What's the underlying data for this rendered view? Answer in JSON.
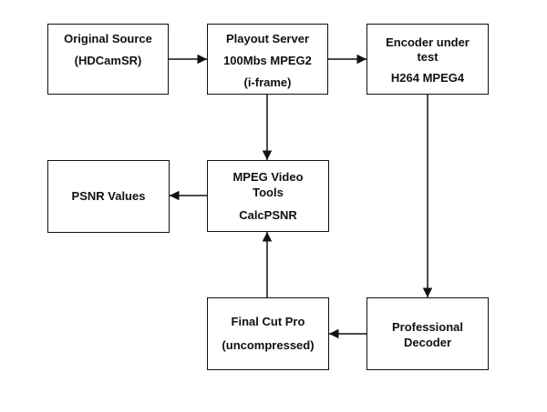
{
  "nodes": {
    "original_source": {
      "line1": "Original Source",
      "line2": "(HDCamSR)"
    },
    "playout_server": {
      "line1": "Playout Server",
      "line2": "100Mbs MPEG2",
      "line3": "(i-frame)"
    },
    "encoder_under_test": {
      "line1": "Encoder under",
      "line2": "test",
      "line3": "H264 MPEG4"
    },
    "psnr_values": {
      "line1": "PSNR Values"
    },
    "mpeg_video_tools": {
      "line1": "MPEG Video",
      "line2": "Tools",
      "line3": "CalcPSNR"
    },
    "final_cut_pro": {
      "line1": "Final Cut Pro",
      "line2": "(uncompressed)"
    },
    "professional_decoder": {
      "line1": "Professional",
      "line2": "Decoder"
    }
  },
  "edges": [
    {
      "from": "original_source",
      "to": "playout_server"
    },
    {
      "from": "playout_server",
      "to": "encoder_under_test"
    },
    {
      "from": "playout_server",
      "to": "mpeg_video_tools"
    },
    {
      "from": "encoder_under_test",
      "to": "professional_decoder"
    },
    {
      "from": "professional_decoder",
      "to": "final_cut_pro"
    },
    {
      "from": "final_cut_pro",
      "to": "mpeg_video_tools"
    },
    {
      "from": "mpeg_video_tools",
      "to": "psnr_values"
    }
  ],
  "colors": {
    "stroke": "#111111",
    "text": "#111111",
    "background": "#ffffff"
  }
}
